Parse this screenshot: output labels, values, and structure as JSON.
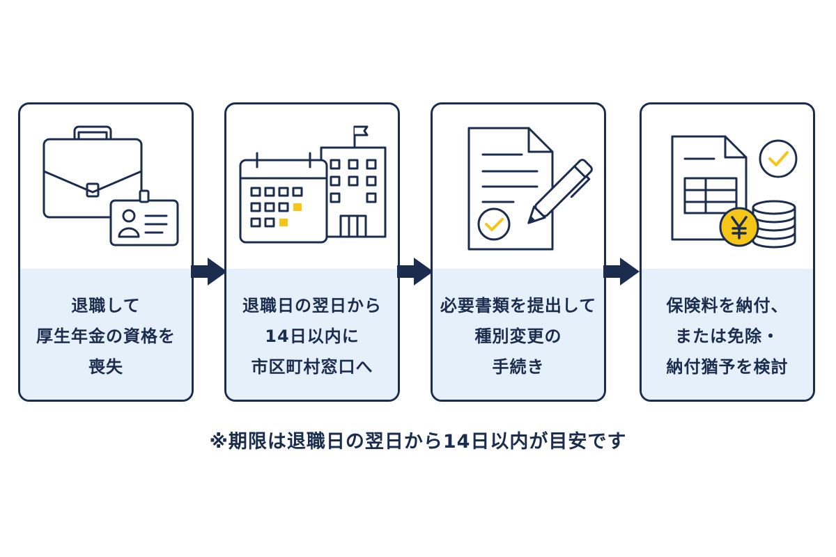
{
  "steps": [
    {
      "lines": [
        "退職して",
        "厚生年金の資格を",
        "喪失"
      ],
      "icon": "briefcase-and-id-card-icon"
    },
    {
      "lines": [
        "退職日の翌日から",
        "14日以内に",
        "市区町村窓口へ"
      ],
      "icon": "calendar-and-city-hall-icon"
    },
    {
      "lines": [
        "必要書類を提出して",
        "種別変更の",
        "手続き"
      ],
      "icon": "document-and-pen-icon"
    },
    {
      "lines": [
        "保険料を納付、",
        "または免除・",
        "納付猶予を検討"
      ],
      "icon": "document-and-yen-coins-icon"
    }
  ],
  "note": "※期限は退職日の翌日から14日以内が目安です",
  "colors": {
    "navy": "#1b2d4f",
    "panel": "#e6f0fa",
    "accent_yellow": "#f5c518"
  }
}
